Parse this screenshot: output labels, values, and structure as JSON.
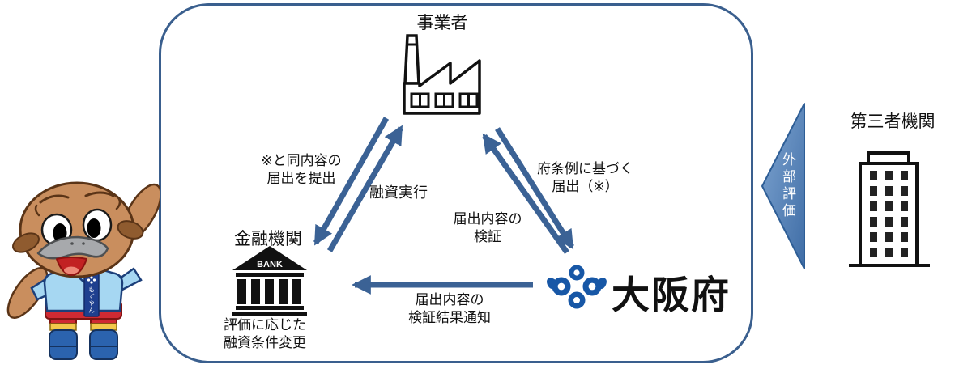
{
  "entities": {
    "business": {
      "label": "事業者"
    },
    "financial": {
      "label": "金融機関",
      "bank_sign": "BANK",
      "note_line1": "評価に応じた",
      "note_line2": "融資条件変更"
    },
    "osaka": {
      "label": "大阪府"
    },
    "third_party": {
      "label": "第三者機関"
    }
  },
  "arrows": {
    "loan": {
      "label": "融資実行"
    },
    "submit": {
      "line1": "※と同内容の",
      "line2": "届出を提出"
    },
    "ordinance": {
      "line1": "府条例に基づく",
      "line2": "届出（※）"
    },
    "verify": {
      "line1": "届出内容の",
      "line2": "検証"
    },
    "result": {
      "line1": "届出内容の",
      "line2": "検証結果通知"
    }
  },
  "external_evaluation": {
    "label": "外部評価"
  },
  "mascot": {
    "sash_text": "もずやん"
  },
  "colors": {
    "frame_border": "#3A5F8E",
    "arrow": "#3B6295",
    "osaka_logo_blue": "#1757A6",
    "triangle_light": "#7FA5D1",
    "triangle_dark": "#3F6DA6",
    "icon_black": "#111111"
  }
}
